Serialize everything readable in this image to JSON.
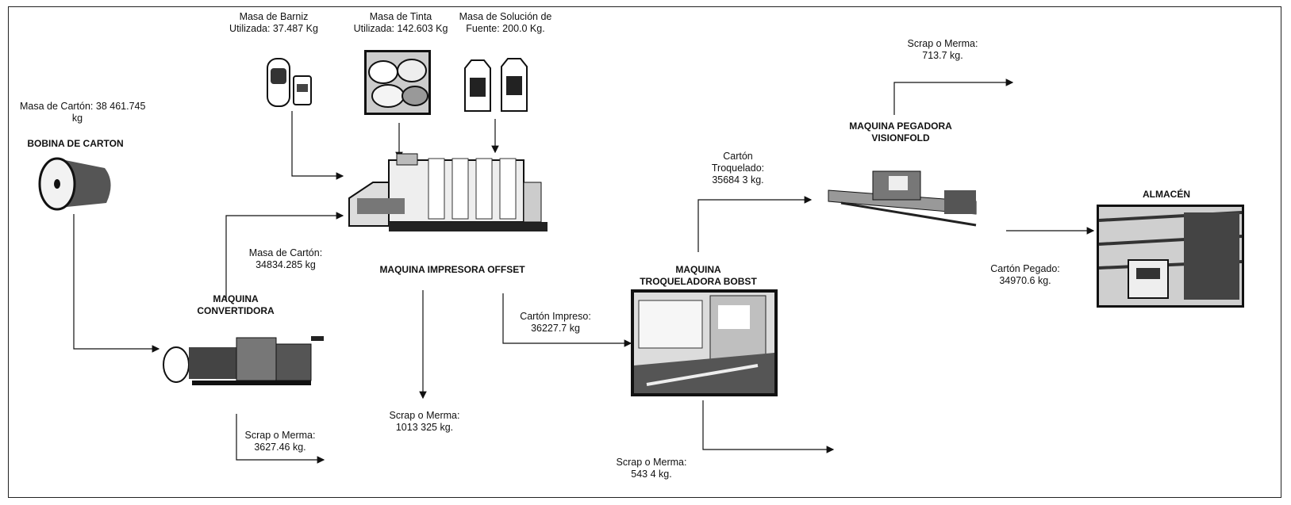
{
  "inputs": {
    "barniz": [
      "Masa de Barniz",
      "Utilizada: 37.487 Kg"
    ],
    "tinta": [
      "Masa de Tinta",
      "Utilizada: 142.603 Kg"
    ],
    "solucion": [
      "Masa de Solución de",
      "Fuente: 200.0 Kg."
    ],
    "carton": [
      "Masa de Cartón: 38 461.745",
      "kg"
    ]
  },
  "nodes": {
    "bobina": "BOBINA DE CARTON",
    "convertidora": [
      "MAQUINA",
      "CONVERTIDORA"
    ],
    "offset": "MAQUINA IMPRESORA OFFSET",
    "troqueladora": [
      "MAQUINA",
      "TROQUELADORA BOBST"
    ],
    "pegadora": [
      "MAQUINA PEGADORA",
      "VISIONFOLD"
    ],
    "almacen": "ALMACÉN"
  },
  "flows": {
    "carton_convertido": [
      "Masa de Cartón:",
      "34834.285 kg"
    ],
    "carton_impreso": [
      "Cartón Impreso:",
      "36227.7 kg"
    ],
    "carton_troquelado": [
      "Cartón",
      "Troquelado:",
      "35684 3 kg."
    ],
    "carton_pegado": [
      "Cartón Pegado:",
      "34970.6 kg."
    ]
  },
  "scraps": {
    "convertidora": [
      "Scrap o Merma:",
      "3627.46 kg."
    ],
    "offset": [
      "Scrap o Merma:",
      "1013 325 kg."
    ],
    "troqueladora": [
      "Scrap o Merma:",
      "543 4 kg."
    ],
    "pegadora": [
      "Scrap o Merma:",
      "713.7 kg."
    ]
  }
}
